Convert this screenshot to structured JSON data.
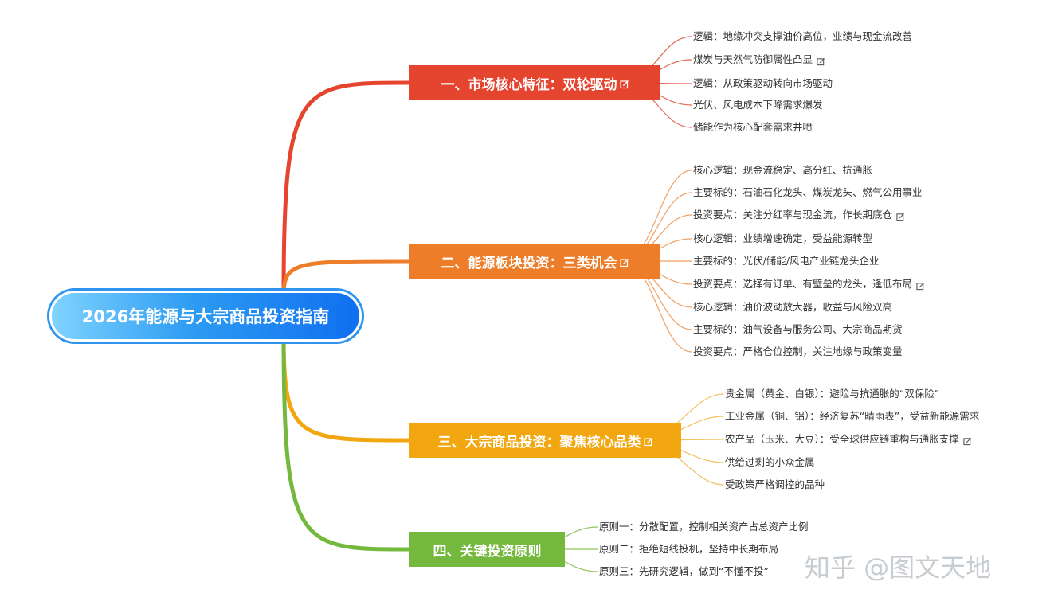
{
  "root": {
    "title": "2026年能源与大宗商品投资指南"
  },
  "branches": [
    {
      "title": "一、市场核心特征：双轮驱动",
      "color": "#e5442f",
      "link_color": "#e36a55",
      "has_edit_icon": true,
      "children": [
        {
          "text": "逻辑：地缘冲突支撑油价高位，业绩与现金流改善",
          "edit_icon": false
        },
        {
          "text": "煤炭与天然气防御属性凸显",
          "edit_icon": true
        },
        {
          "text": "逻辑：从政策驱动转向市场驱动",
          "edit_icon": false
        },
        {
          "text": "光伏、风电成本下降需求爆发",
          "edit_icon": false
        },
        {
          "text": "储能作为核心配套需求井喷",
          "edit_icon": false
        }
      ]
    },
    {
      "title": "二、能源板块投资：三类机会",
      "color": "#ee7d2a",
      "link_color": "#efa166",
      "has_edit_icon": true,
      "children": [
        {
          "text": "核心逻辑：现金流稳定、高分红、抗通胀",
          "edit_icon": false
        },
        {
          "text": "主要标的：石油石化龙头、煤炭龙头、燃气公用事业",
          "edit_icon": false
        },
        {
          "text": "投资要点：关注分红率与现金流，作长期底仓",
          "edit_icon": true
        },
        {
          "text": "核心逻辑：业绩增速确定，受益能源转型",
          "edit_icon": false
        },
        {
          "text": "主要标的：光伏/储能/风电产业链龙头企业",
          "edit_icon": false
        },
        {
          "text": "投资要点：选择有订单、有壁垒的龙头，逢低布局",
          "edit_icon": true
        },
        {
          "text": "核心逻辑：油价波动放大器，收益与风险双高",
          "edit_icon": false
        },
        {
          "text": "主要标的：油气设备与服务公司、大宗商品期货",
          "edit_icon": false
        },
        {
          "text": "投资要点：严格仓位控制，关注地缘与政策变量",
          "edit_icon": false
        }
      ]
    },
    {
      "title": "三、大宗商品投资：聚焦核心品类",
      "color": "#f2a60f",
      "link_color": "#f3c060",
      "has_edit_icon": true,
      "children": [
        {
          "text": "贵金属（黄金、白银）：避险与抗通胀的“双保险”",
          "edit_icon": false
        },
        {
          "text": "工业金属（铜、铝）：经济复苏“晴雨表”，受益新能源需求",
          "edit_icon": false
        },
        {
          "text": "农产品（玉米、大豆）：受全球供应链重构与通胀支撑",
          "edit_icon": true
        },
        {
          "text": "供给过剩的小众金属",
          "edit_icon": false
        },
        {
          "text": "受政策严格调控的品种",
          "edit_icon": false
        }
      ]
    },
    {
      "title": "四、关键投资原则",
      "color": "#74b83e",
      "link_color": "#8ec55e",
      "has_edit_icon": false,
      "children": [
        {
          "text": "原则一：分散配置，控制相关资产占总资产比例",
          "edit_icon": false
        },
        {
          "text": "原则二：拒绝短线投机，坚持中长期布局",
          "edit_icon": false
        },
        {
          "text": "原则三：先研究逻辑，做到“不懂不投”",
          "edit_icon": false
        }
      ]
    }
  ],
  "watermark": {
    "text": "知乎 @图文天地"
  }
}
